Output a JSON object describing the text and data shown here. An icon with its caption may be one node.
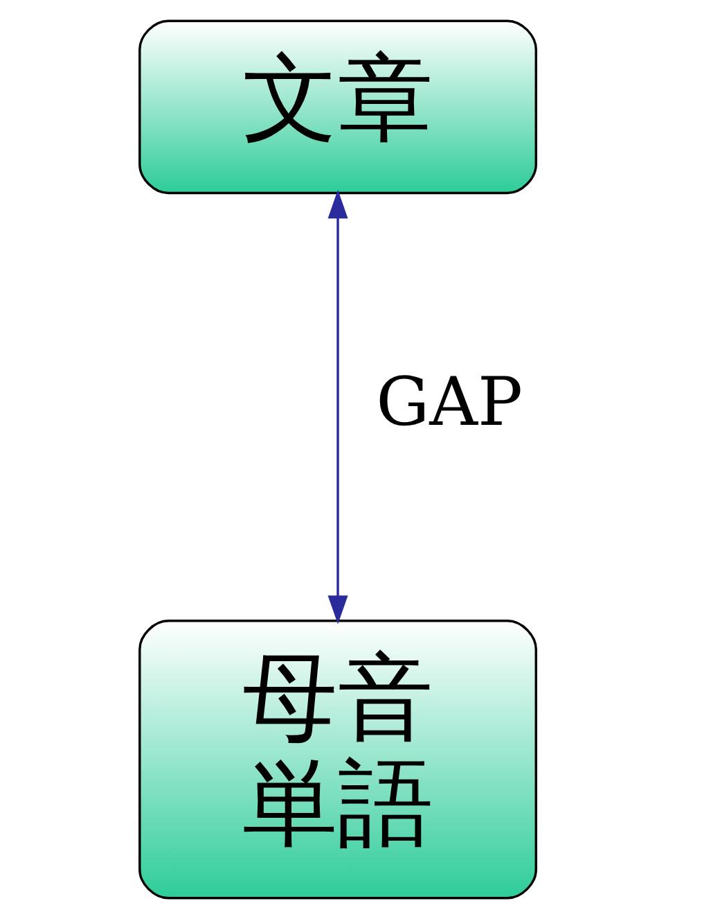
{
  "diagram": {
    "nodes": [
      {
        "text": [
          "文章"
        ]
      },
      {
        "text": [
          "母音",
          "単語"
        ]
      }
    ],
    "edges": [
      {
        "from": 0,
        "to": 1,
        "arrow": "both",
        "label": "GAP",
        "color": "#2b2b9e"
      }
    ]
  }
}
